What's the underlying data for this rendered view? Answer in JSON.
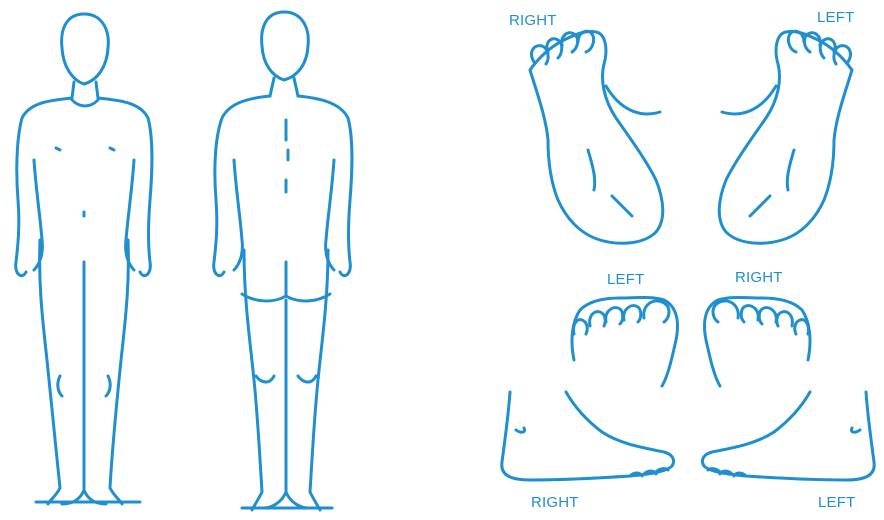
{
  "colors": {
    "ink": "#1f8fd0",
    "background": "#ffffff"
  },
  "labels": {
    "sole_right": "RIGHT",
    "sole_left": "LEFT",
    "toes_left": "LEFT",
    "toes_right": "RIGHT",
    "side_right": "RIGHT",
    "side_left": "LEFT"
  }
}
